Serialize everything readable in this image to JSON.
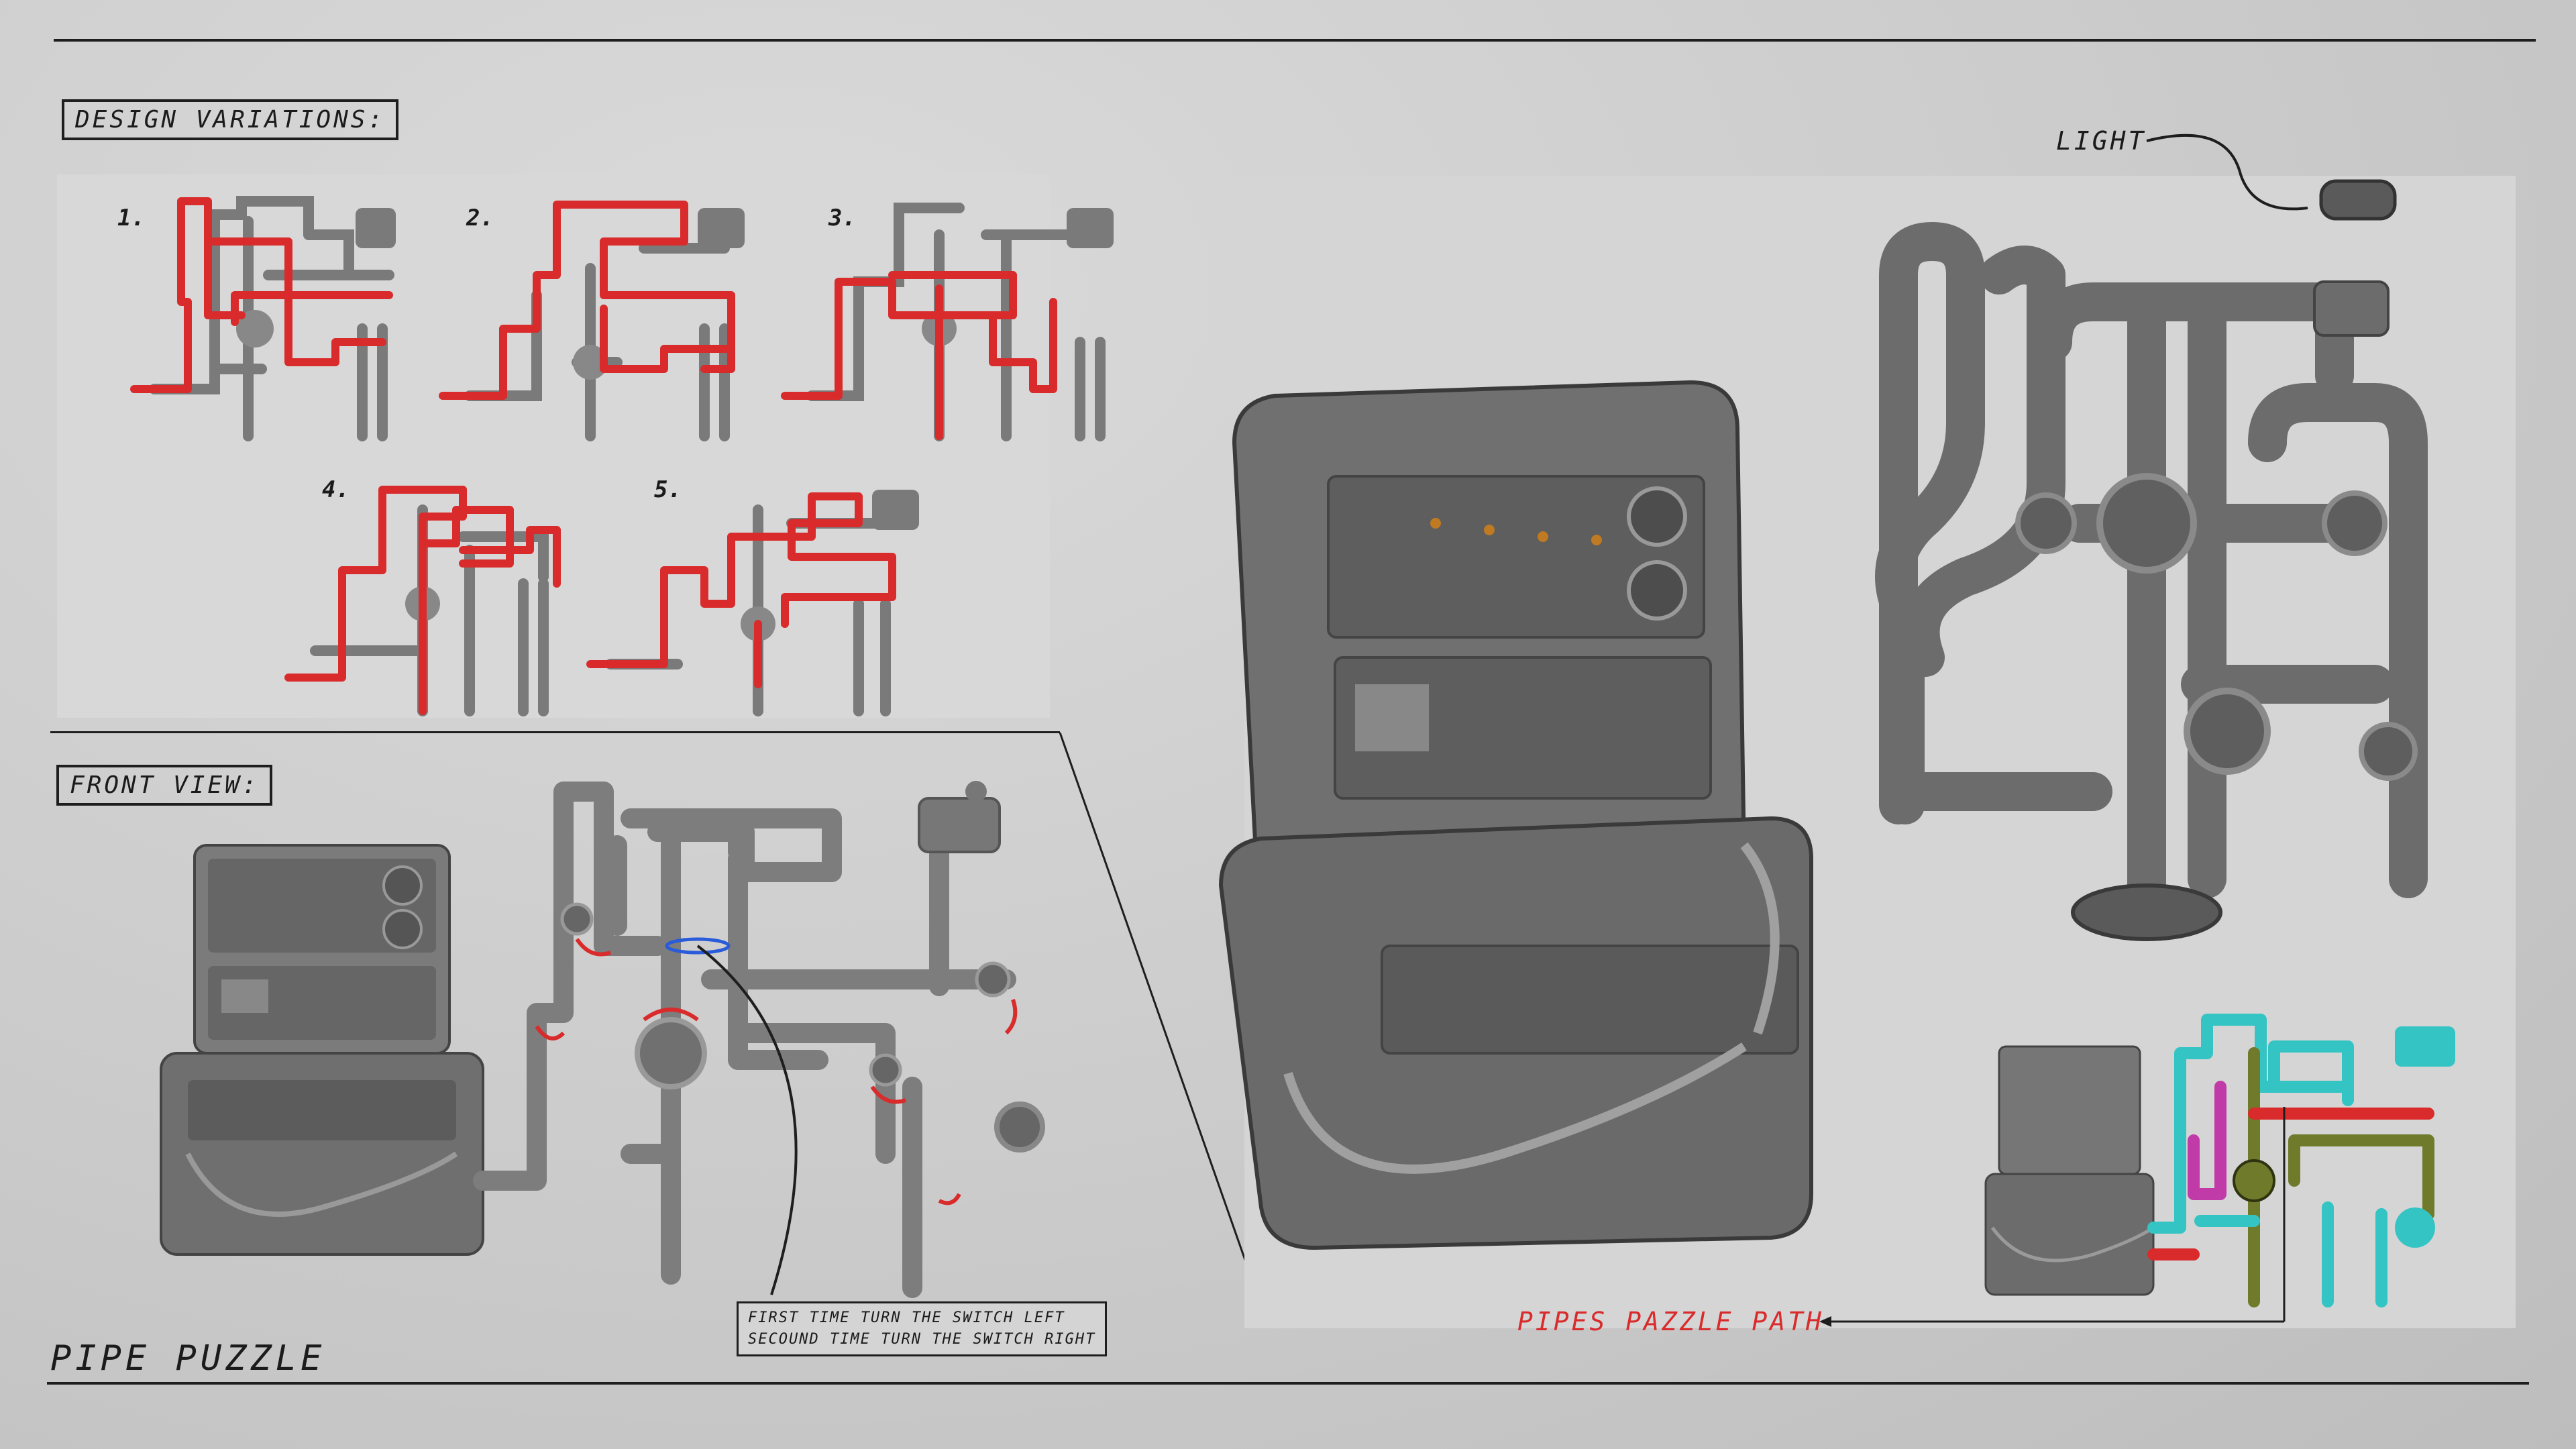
{
  "title": "PIPE PUZZLE",
  "sections": {
    "design_variations": "DESIGN VARIATIONS:",
    "front_view": "FRONT VIEW:"
  },
  "variations": [
    "1.",
    "2.",
    "3.",
    "4.",
    "5."
  ],
  "callouts": {
    "light": "LIGHT",
    "path": "PIPES PAZZLE PATH"
  },
  "notes": {
    "line1": "FIRST TIME TURN THE SWITCH LEFT",
    "line2": "SECOUND TIME TURN THE SWITCH RIGHT"
  },
  "colors": {
    "path_red": "#d92b2b",
    "pipe_grey": "#6d6d6d",
    "cyan": "#35c4c4",
    "magenta": "#c03aa8",
    "olive": "#6f7a2a"
  }
}
